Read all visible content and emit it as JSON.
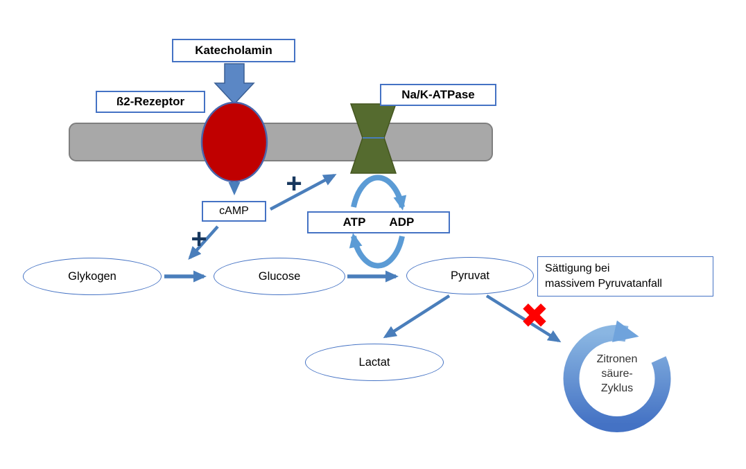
{
  "diagram": {
    "labels": {
      "katecholamin": "Katecholamin",
      "b2_rezeptor": "ß2-Rezeptor",
      "nak_atpase": "Na/K-ATPase",
      "camp": "cAMP",
      "atp": "ATP",
      "adp": "ADP",
      "plus_upper": "+",
      "plus_lower": "+",
      "saettigung": {
        "line1": "Sättigung bei",
        "line2": "massivem Pyruvatanfall"
      },
      "zyklus": {
        "line1": "Zitronen",
        "line2": "säure-",
        "line3": "Zyklus"
      }
    },
    "nodes": {
      "glykogen": "Glykogen",
      "glucose": "Glucose",
      "pyruvat": "Pyruvat",
      "lactat": "Lactat"
    },
    "icons": {
      "blocked_x": "✖"
    },
    "colors": {
      "box_border_blue": "#4472C4",
      "arrow_blue": "#4A7EBB",
      "cycle_arrow_blue": "#5B9BD5",
      "membrane_gray": "#A8A8A8",
      "receptor_red": "#C00000",
      "atpase_olive": "#556B2F",
      "blocked_x_red": "#FF0000"
    }
  }
}
